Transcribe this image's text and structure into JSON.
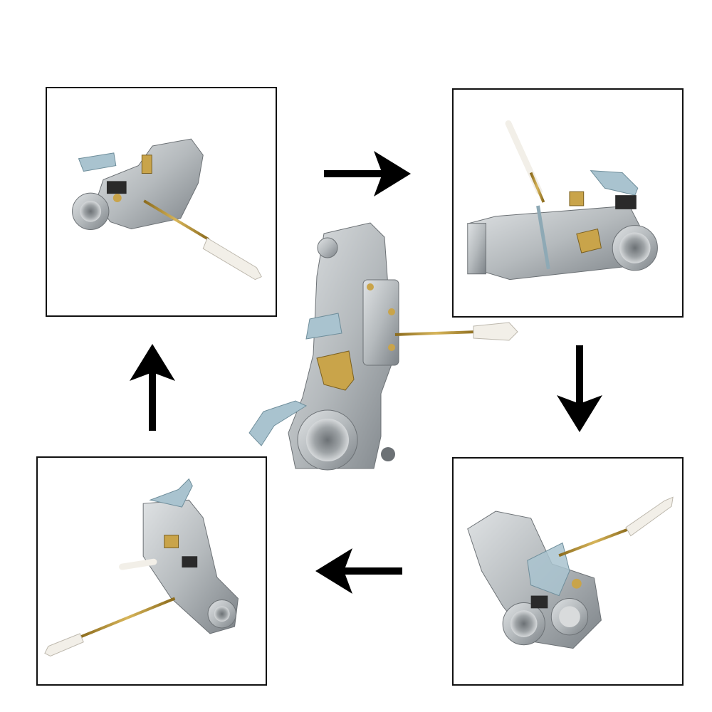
{
  "views": [
    {
      "id": "view-top-left",
      "angle": "rear-left"
    },
    {
      "id": "view-top-right",
      "angle": "side"
    },
    {
      "id": "view-bottom-right",
      "angle": "front-right"
    },
    {
      "id": "view-bottom-left",
      "angle": "top-side"
    }
  ],
  "center_view": {
    "id": "view-center",
    "angle": "front"
  },
  "arrows": [
    "right",
    "down",
    "left",
    "up"
  ],
  "colors": {
    "metal": "#b9bdc0",
    "metal_dark": "#7d8388",
    "brass": "#b08a2c",
    "nylon": "#f2efe8",
    "bracket_blue": "#a9c3cf",
    "frame": "#111111",
    "arrow": "#000000"
  }
}
